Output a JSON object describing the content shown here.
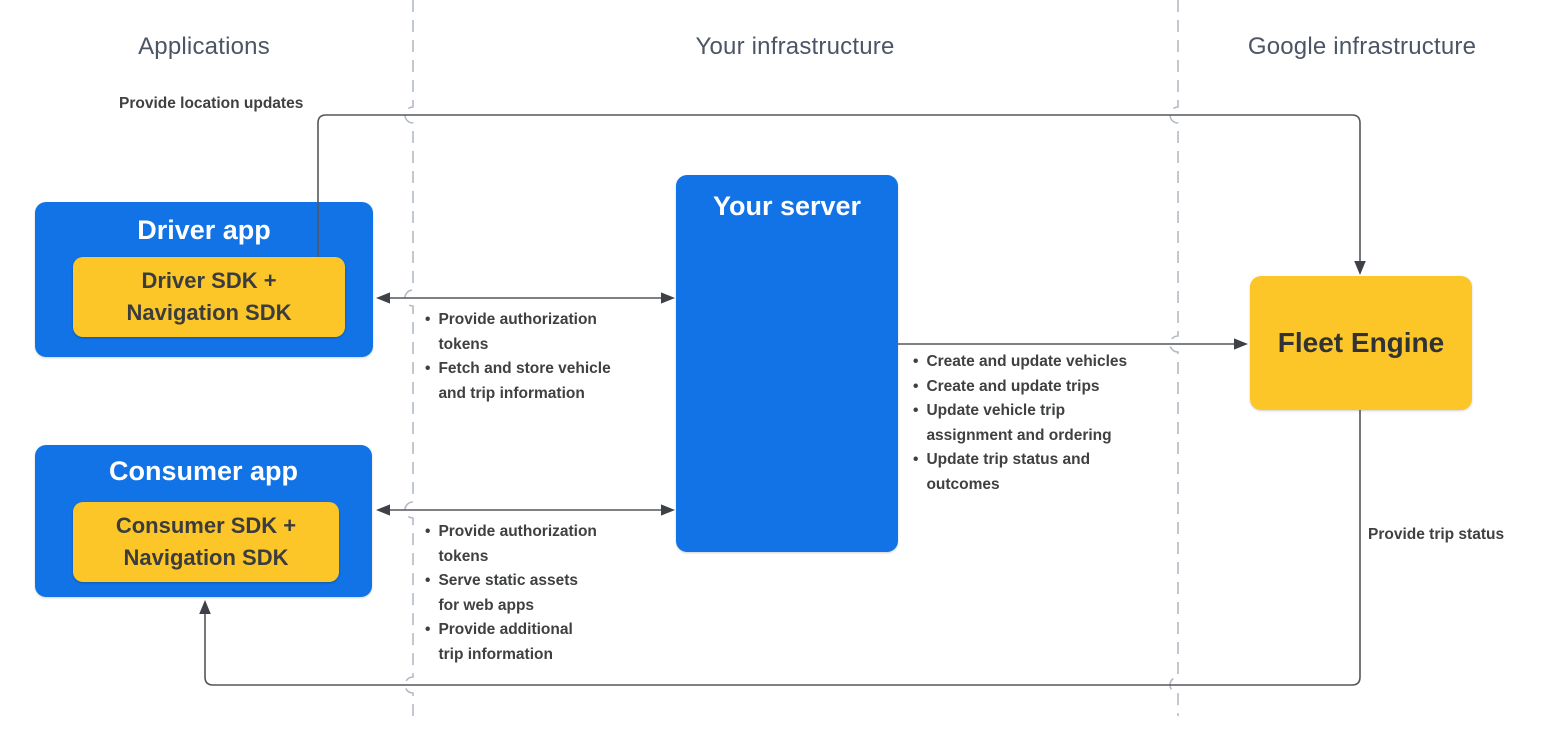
{
  "columns": {
    "applications": {
      "label": "Applications"
    },
    "your_infrastructure": {
      "label": "Your infrastructure"
    },
    "google_infrastructure": {
      "label": "Google infrastructure"
    }
  },
  "nodes": {
    "driver_app": {
      "title": "Driver app",
      "sdk_label": "Driver SDK +\nNavigation SDK"
    },
    "consumer_app": {
      "title": "Consumer app",
      "sdk_label": "Consumer SDK +\nNavigation SDK"
    },
    "your_server": {
      "title": "Your server"
    },
    "fleet_engine": {
      "title": "Fleet Engine"
    }
  },
  "edges": {
    "location_updates": {
      "label": "Provide location updates"
    },
    "trip_status": {
      "label": "Provide trip status"
    },
    "driver_server": {
      "bullet": "•",
      "items": [
        "Provide authorization\ntokens",
        "Fetch and store vehicle\nand trip information"
      ]
    },
    "consumer_server": {
      "bullet": "•",
      "items": [
        "Provide authorization\ntokens",
        "Serve static assets\nfor web apps",
        "Provide additional\ntrip information"
      ]
    },
    "server_fleet": {
      "bullet": "•",
      "items": [
        "Create and update vehicles",
        "Create and update trips",
        "Update vehicle trip\nassignment and ordering",
        "Update trip status and\noutcomes"
      ]
    }
  },
  "colors": {
    "node_blue": "#1273e6",
    "node_yellow": "#fcc628",
    "connector": "#54565c",
    "divider": "#b4bac4",
    "header_text": "#4b5565",
    "dark_text": "#3e4042"
  }
}
